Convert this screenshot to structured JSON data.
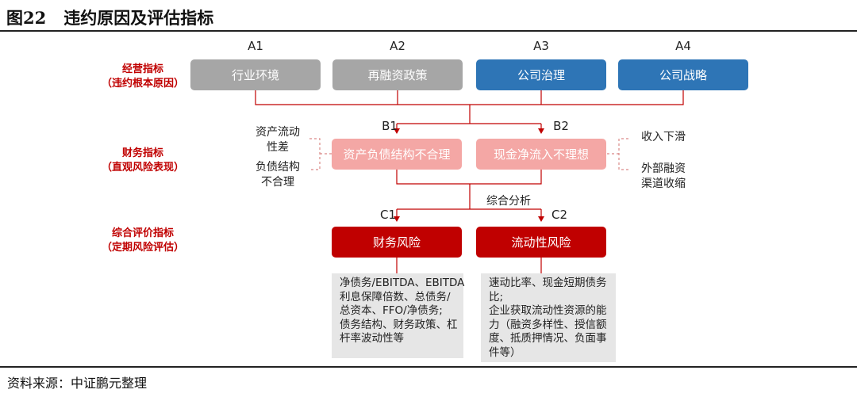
{
  "figure": {
    "number": "图22",
    "title": "违约原因及评估指标"
  },
  "categories": {
    "business": [
      "经营指标",
      "（违约根本原因）"
    ],
    "financial": [
      "财务指标",
      "（直观风险表现）"
    ],
    "overall": [
      "综合评价指标",
      "（定期风险评估）"
    ]
  },
  "row_a": [
    {
      "code": "A1",
      "label": "行业环境",
      "color": "#a6a6a6"
    },
    {
      "code": "A2",
      "label": "再融资政策",
      "color": "#a6a6a6"
    },
    {
      "code": "A3",
      "label": "公司治理",
      "color": "#2e75b6"
    },
    {
      "code": "A4",
      "label": "公司战略",
      "color": "#2e75b6"
    }
  ],
  "row_b": [
    {
      "code": "B1",
      "label": "资产负债结构不合理",
      "color": "#f4a7a5"
    },
    {
      "code": "B2",
      "label": "现金净流入不理想",
      "color": "#f4a7a5"
    }
  ],
  "b_left_notes": [
    [
      "资产流动",
      "性差"
    ],
    [
      "负债结构",
      "不合理"
    ]
  ],
  "b_right_notes": [
    [
      "收入下滑"
    ],
    [
      "外部融资",
      "渠道收缩"
    ]
  ],
  "analysis_label": "综合分析",
  "row_c": [
    {
      "code": "C1",
      "label": "财务风险",
      "color": "#c00000"
    },
    {
      "code": "C2",
      "label": "流动性风险",
      "color": "#c00000"
    }
  ],
  "c_notes": [
    [
      "净债务/EBITDA、EBITDA",
      "利息保障倍数、总债务/",
      "总资本、FFO/净债务;",
      "债务结构、财务政策、杠",
      "杆率波动性等"
    ],
    [
      "速动比率、现金短期债务",
      "比;",
      "企业获取流动性资源的能",
      "力（融资多样性、授信额",
      "度、抵质押情况、负面事",
      "件等）"
    ]
  ],
  "source": "资料来源：中证鹏元整理",
  "colors": {
    "connector": "#c00000",
    "dashed": "#d98886"
  }
}
